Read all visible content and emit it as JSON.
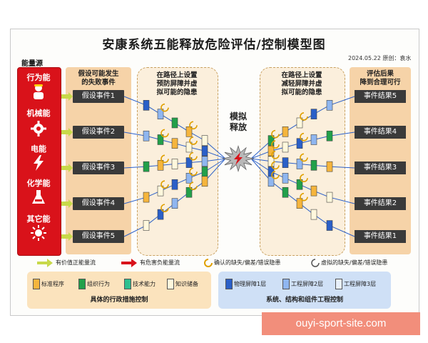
{
  "title": "安康系统五能释放危险评估/控制模型图",
  "date_credit": "2024.05.22  原创：袁水",
  "energy": {
    "label": "能量源",
    "items": [
      "行为能",
      "机械能",
      "电能",
      "化学能",
      "其它能"
    ]
  },
  "assume": {
    "header_line1": "假设可能发生",
    "header_line2": "的失败事件",
    "events": [
      "假设事件1",
      "假设事件2",
      "假设事件3",
      "假设事件4",
      "假设事件5"
    ]
  },
  "left_zone": {
    "header_line1": "在路径上设置",
    "header_line2": "预防屏障并虚",
    "header_line3": "拟可能的隐患"
  },
  "center": {
    "line1": "模拟",
    "line2": "释放"
  },
  "right_zone": {
    "header_line1": "在路径上设置",
    "header_line2": "减轻屏障并虚",
    "header_line3": "拟可能的隐患"
  },
  "results": {
    "header_line1": "评估后果",
    "header_line2": "降到合理可行",
    "items": [
      "事件结果5",
      "事件结果4",
      "事件结果3",
      "事件结果2",
      "事件结果1"
    ]
  },
  "legend": {
    "positive": "有价值正能量流",
    "negative": "有危害负能量流",
    "confirmed": "确认的缺失/偏差/错误隐患",
    "virtual": "虚拟的缺失/偏差/错误隐患"
  },
  "admin": {
    "items": [
      "标准程序",
      "组织行为",
      "技术能力",
      "知识储备"
    ],
    "caption": "具体的行政措施控制"
  },
  "engineering": {
    "items": [
      "物理屏障1层",
      "工程屏障2层",
      "工程屏障3层"
    ],
    "caption": "系统、结构和组件工程控制"
  },
  "watermark": "ouyi-sport-site.com",
  "colors": {
    "energy_red": "#d9121a",
    "admin_orange": "#f5b53d",
    "admin_green": "#22a04a",
    "eng_blue": "#2a5fc8",
    "eng_lightblue": "#8fb6f0",
    "box_dark": "#3a3a3a"
  }
}
